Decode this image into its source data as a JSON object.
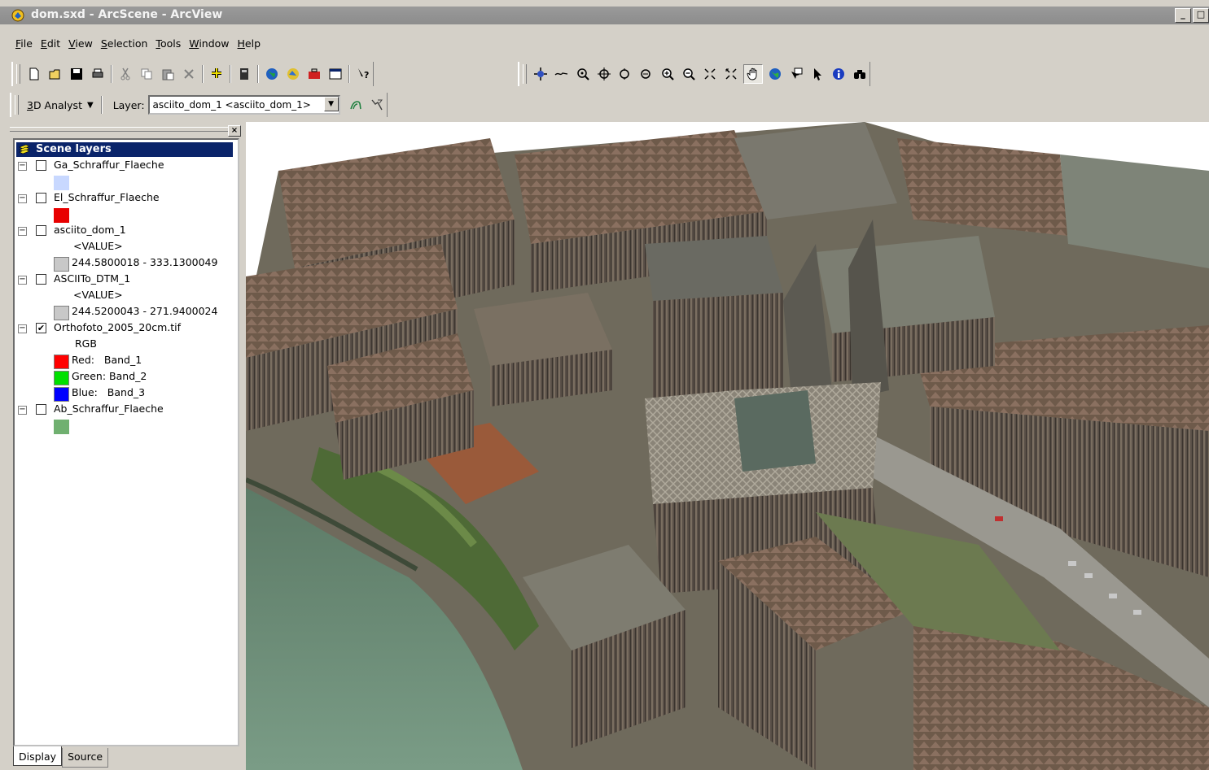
{
  "window": {
    "title": "dom.sxd - ArcScene - ArcView",
    "minimize": "_",
    "maximize": "□"
  },
  "menu": [
    {
      "key": "F",
      "rest": "ile"
    },
    {
      "key": "E",
      "rest": "dit"
    },
    {
      "key": "V",
      "rest": "iew"
    },
    {
      "key": "S",
      "rest": "election"
    },
    {
      "key": "T",
      "rest": "ools"
    },
    {
      "key": "W",
      "rest": "indow"
    },
    {
      "key": "H",
      "rest": "elp"
    }
  ],
  "toolbar_3d": {
    "analyst_label": "3D Analyst",
    "analyst_key": "3",
    "analyst_rest": "D Analyst",
    "layer_label": "Layer:",
    "layer_value": "asciito_dom_1 <asciito_dom_1>"
  },
  "toc": {
    "root": "Scene layers",
    "layers": [
      {
        "name": "Ga_Schraffur_Flaeche",
        "checked": false,
        "swatch": "#c8d8ff"
      },
      {
        "name": "El_Schraffur_Flaeche",
        "checked": false,
        "swatch": "#e80000"
      },
      {
        "name": "asciito_dom_1",
        "checked": false,
        "value_header": "<VALUE>",
        "range": "244.5800018 - 333.1300049",
        "swatch": "#c8c8c8"
      },
      {
        "name": "ASCIITo_DTM_1",
        "checked": false,
        "value_header": "<VALUE>",
        "range": "244.5200043 - 271.9400024",
        "swatch": "#c8c8c8"
      },
      {
        "name": "Orthofoto_2005_20cm.tif",
        "checked": true,
        "rgb_header": "RGB",
        "bands": [
          {
            "label": "Red:   Band_1",
            "color": "#ff0000"
          },
          {
            "label": "Green: Band_2",
            "color": "#00e000"
          },
          {
            "label": "Blue:   Band_3",
            "color": "#0000ff"
          }
        ]
      },
      {
        "name": "Ab_Schraffur_Flaeche",
        "checked": false,
        "swatch": "#70b070"
      }
    ],
    "check_mark": "✔",
    "expander": "−"
  },
  "tabs": {
    "display": "Display",
    "source": "Source"
  },
  "colors": {
    "selection": "#0a246a",
    "title_bar": "#8c8c8c",
    "chrome": "#d4d0c8"
  }
}
